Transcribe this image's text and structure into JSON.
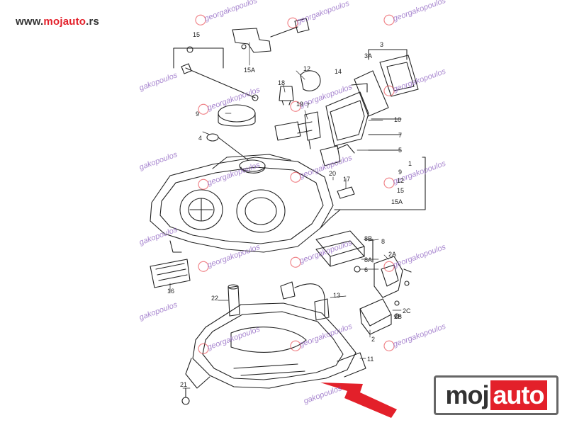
{
  "header": {
    "url_prefix": "www.",
    "url_brand": "mojauto",
    "url_suffix": ".rs"
  },
  "logo": {
    "part1": "moj",
    "part2": "auto"
  },
  "watermarks": {
    "a": "georgakopoulos",
    "b": "gakopoulos"
  },
  "labels": {
    "l15a": "15",
    "l15A": "15A",
    "l3": "3",
    "l3A": "3A",
    "l14": "14",
    "l18": "18",
    "l12": "12",
    "l9": "9",
    "l4": "4",
    "l19": "19",
    "l7a": "7",
    "l10": "10",
    "l7b": "7",
    "l5": "5",
    "l20": "20",
    "l17": "17",
    "l1": "1",
    "l9b": "9",
    "l12b": "12",
    "l15b": "15",
    "l15Ab": "15A",
    "l8": "8",
    "l8B": "8B",
    "l8A": "8A",
    "l6": "6",
    "l2A": "2A",
    "l16": "16",
    "l22": "22",
    "l13": "13",
    "l2C": "2C",
    "l2B": "2B",
    "l2": "2",
    "l11": "11",
    "l21": "21"
  },
  "colors": {
    "brand": "#e3202a",
    "arrow": "#e3202a",
    "watermark": "#8a5dbf"
  }
}
